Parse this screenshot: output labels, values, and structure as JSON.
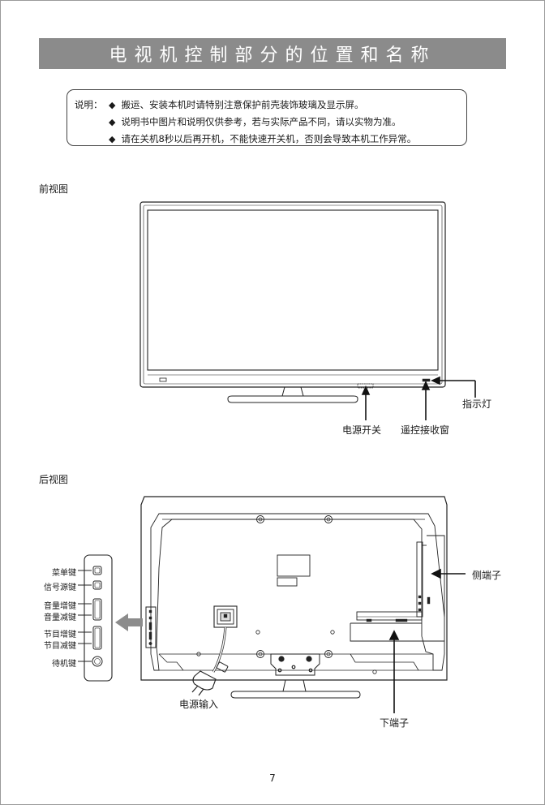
{
  "title": "电视机控制部分的位置和名称",
  "notes": {
    "label": "说明：",
    "items": [
      "搬运、安装本机时请特别注意保护前壳装饰玻璃及显示屏。",
      "说明书中图片和说明仅供参考，若与实际产品不同，请以实物为准。",
      "请在关机8秒以后再开机，不能快速开关机，否则会导致本机工作异常。"
    ]
  },
  "front_view": {
    "heading": "前视图",
    "labels": {
      "power_switch": "电源开关",
      "remote_receiver": "遥控接收窗",
      "indicator": "指示灯"
    }
  },
  "rear_view": {
    "heading": "后视图",
    "side_keys": [
      "菜单键",
      "信号源键",
      "音量增键",
      "音量减键",
      "节目增键",
      "节目减键",
      "待机键"
    ],
    "labels": {
      "side_terminal": "侧端子",
      "bottom_terminal": "下端子",
      "power_input": "电源输入"
    }
  },
  "page_number": "7"
}
